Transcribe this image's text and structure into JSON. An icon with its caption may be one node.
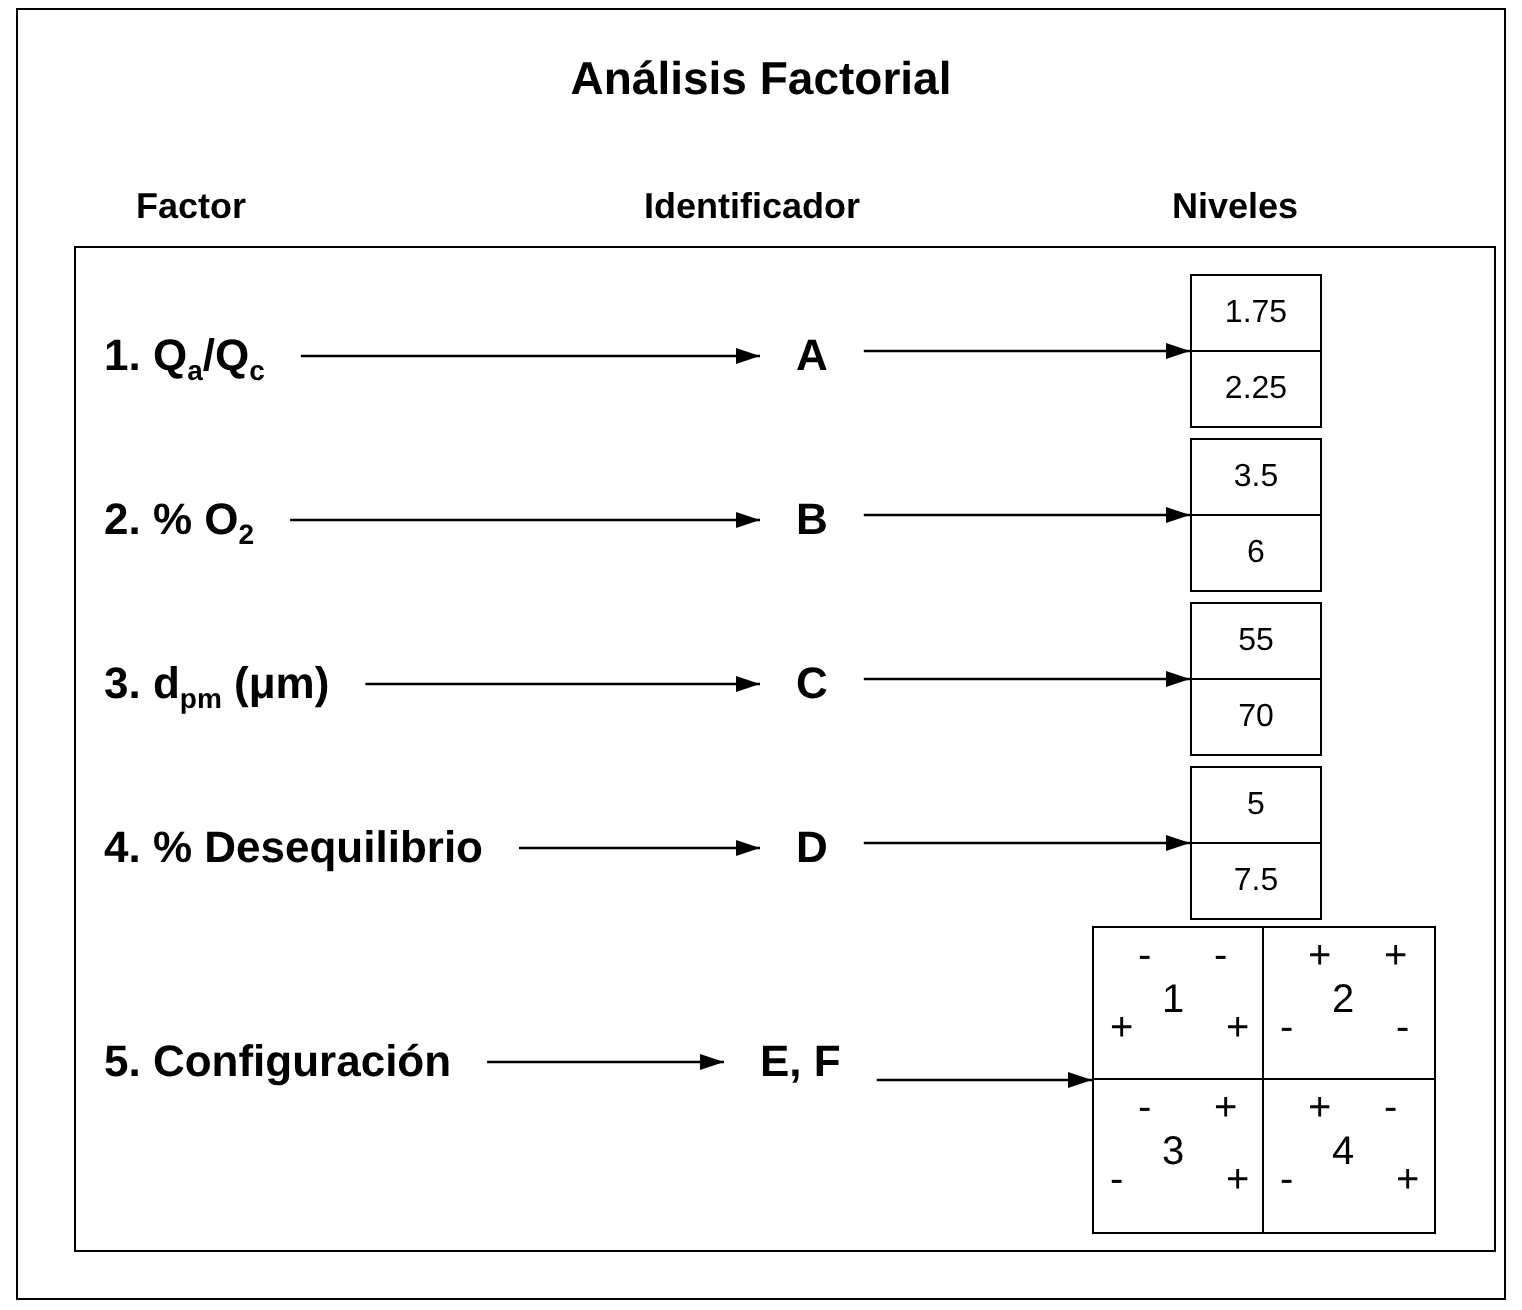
{
  "diagram": {
    "title": "Análisis Factorial",
    "nodes": [
      {
        "text": [
          "1. Q$_{a}$/Q$_{c}$"
        ]
      },
      {
        "text": [
          "A"
        ]
      },
      {
        "text": [
          "1.75",
          "2.25"
        ]
      },
      {
        "text": [
          "2. % O$_{2}$"
        ]
      },
      {
        "text": [
          "B"
        ]
      },
      {
        "text": [
          "3.5",
          "6"
        ]
      },
      {
        "text": [
          "3. d$_{pm}$ (μm)"
        ]
      },
      {
        "text": [
          "C"
        ]
      },
      {
        "text": [
          "55",
          "70"
        ]
      },
      {
        "text": [
          "4. % Desequilibrio"
        ]
      },
      {
        "text": [
          "D"
        ]
      },
      {
        "text": [
          "5",
          "7.5"
        ]
      },
      {
        "text": [
          "5. Configuración"
        ]
      },
      {
        "text": [
          "E, F"
        ]
      },
      {
        "text": [],
        "shape": "box"
      },
      {
        "text": [
          "-",
          "-",
          "+",
          "+",
          "1"
        ],
        "in": 14
      },
      {
        "text": [
          "+",
          "+",
          "-",
          "-",
          "2"
        ],
        "in": 14
      },
      {
        "text": [
          "-",
          "+",
          "-",
          "+",
          "3"
        ],
        "in": 14
      },
      {
        "text": [
          "+",
          "-",
          "-",
          "+",
          "4"
        ],
        "in": 14
      }
    ],
    "edges": [
      {
        "from": 0,
        "to": 1,
        "arrow": "to"
      },
      {
        "from": 1,
        "to": 2,
        "arrow": "to"
      },
      {
        "from": 3,
        "to": 4,
        "arrow": "to"
      },
      {
        "from": 4,
        "to": 5,
        "arrow": "to"
      },
      {
        "from": 6,
        "to": 7,
        "arrow": "to"
      },
      {
        "from": 7,
        "to": 8,
        "arrow": "to"
      },
      {
        "from": 9,
        "to": 10,
        "arrow": "to"
      },
      {
        "from": 10,
        "to": 11,
        "arrow": "to"
      },
      {
        "from": 12,
        "to": 13,
        "arrow": "to"
      },
      {
        "from": 13,
        "to": 14,
        "arrow": "to"
      }
    ],
    "labels": [
      "Factor",
      "Identificador",
      "Niveles"
    ]
  }
}
